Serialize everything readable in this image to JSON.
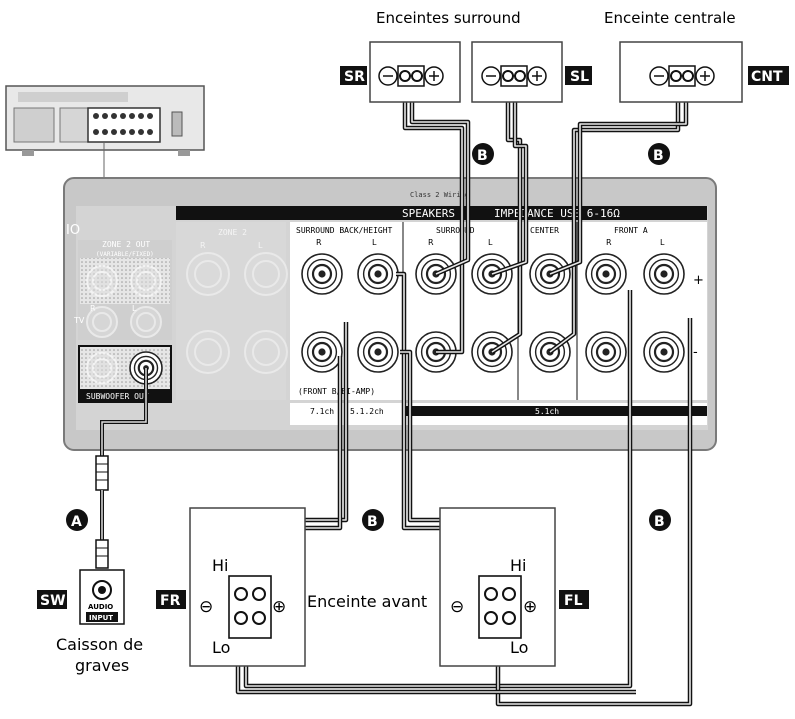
{
  "titles": {
    "surround": "Enceintes surround",
    "center": "Enceinte centrale",
    "front": "Enceinte avant",
    "subwoofer_l1": "Caisson de",
    "subwoofer_l2": "graves"
  },
  "tags": {
    "sr": "SR",
    "sl": "SL",
    "cnt": "CNT",
    "sw": "SW",
    "fr": "FR",
    "fl": "FL"
  },
  "callouts": {
    "a": "A",
    "b": "B"
  },
  "speaker_terms": {
    "hi": "Hi",
    "lo": "Lo",
    "minus": "⊖",
    "plus": "⊕"
  },
  "panel": {
    "class2": "Class 2 Wiring",
    "header_left": "SPEAKERS",
    "header_right": "IMPEDANCE USE 6-16Ω",
    "zone2": "ZONE 2",
    "zone2_out": "ZONE 2 OUT",
    "zone2_variable": "(VARIABLE/FIXED)",
    "tv": "TV",
    "r": "R",
    "l": "L",
    "surround_back": "SURROUND BACK/HEIGHT",
    "surround": "SURROUND",
    "center": "CENTER",
    "front_a": "FRONT A",
    "front_biamp": "(FRONT B/BI-AMP)",
    "ch71": "7.1ch",
    "ch512": "5.1.2ch",
    "ch51": "5.1ch",
    "plus": "+",
    "minus": "-",
    "subwoofer_out": "SUBWOOFER OUT",
    "edge_label": "IO"
  },
  "sub_input": {
    "audio": "AUDIO",
    "input": "INPUT"
  }
}
